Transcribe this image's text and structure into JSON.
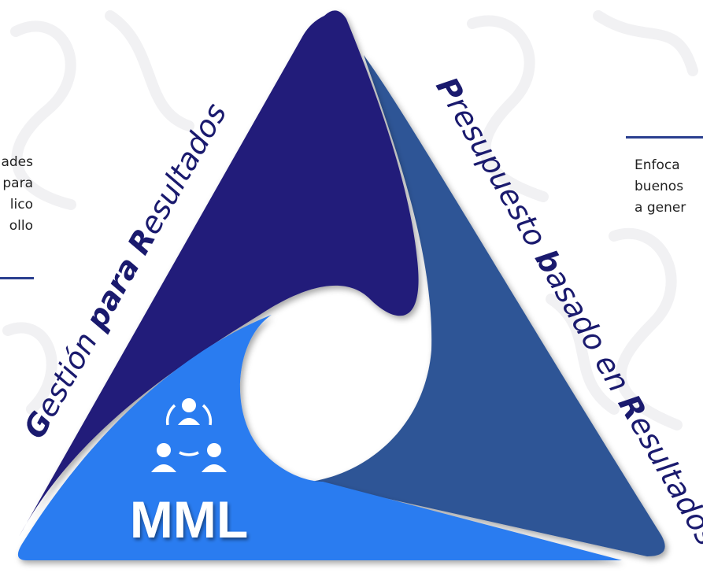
{
  "left_panel": {
    "lines": [
      "ades",
      "para",
      "lico",
      "ollo"
    ]
  },
  "right_panel": {
    "lines": [
      "Enfoca",
      "buenos",
      "a gener"
    ]
  },
  "segments": {
    "left": {
      "label_parts": [
        "G",
        "estión ",
        "para",
        " ",
        "R",
        "esultados"
      ],
      "color": "#211c7a"
    },
    "right": {
      "label_parts": [
        "P",
        "resupuesto ",
        "b",
        "asado en ",
        "R",
        "esultados"
      ],
      "color": "#2e5596"
    },
    "bottom": {
      "label": "MML",
      "icon": "people-network-icon",
      "color": "#2b7cf0"
    }
  },
  "colors": {
    "rule": "#2a3f8f",
    "text": "#222222",
    "label_text": "#1a1a6e",
    "mml_text": "#ffffff"
  }
}
